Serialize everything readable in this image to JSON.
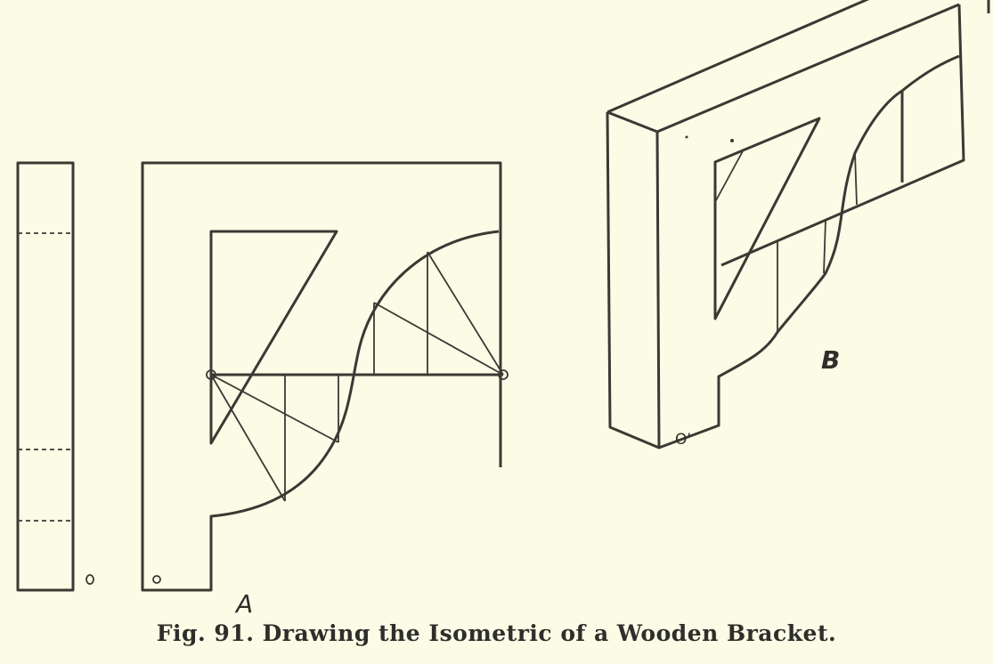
{
  "figure": {
    "caption": "Fig. 91.  Drawing the Isometric of a Wooden Bracket.",
    "label_a": "A",
    "label_b": "B",
    "point_mark_b": "O'",
    "line_color": "#3a3a34",
    "background": "#fbfbe6"
  }
}
